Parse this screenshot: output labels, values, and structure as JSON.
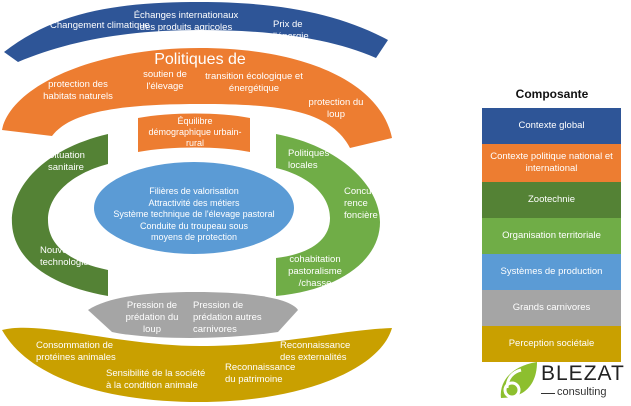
{
  "rings": {
    "global": {
      "color": "#2E5597",
      "items": [
        "Changement climatique",
        "Échanges internationaux des produits agricoles",
        "Prix de l'énergie"
      ]
    },
    "politique": {
      "color": "#ED7D31",
      "title": "Politiques de",
      "items": [
        "protection des habitats naturels",
        "soutien de l'élevage",
        "transition écologique et énergétique",
        "protection du loup"
      ]
    },
    "equilibre": {
      "color": "#ED7D31",
      "text": "Équilibre démographique urbain-rural"
    },
    "zootechnie": {
      "color": "#548235",
      "items": [
        "Situation sanitaire",
        "Nouvelles technologies"
      ]
    },
    "territoriale": {
      "color": "#70AD47",
      "items": [
        "Politiques locales",
        "Concur-rence foncière",
        "cohabitation pastoralisme /chasse"
      ]
    },
    "production": {
      "color": "#5B9BD5",
      "items": [
        "Filières de valorisation",
        "Attractivité des métiers",
        "Système technique de l'élevage pastoral",
        "Conduite du troupeau sous moyens de protection"
      ]
    },
    "carnivores": {
      "color": "#A5A5A5",
      "items": [
        "Pression de prédation du loup",
        "Pression de prédation autres carnivores"
      ]
    },
    "societale": {
      "color": "#C9A000",
      "items": [
        "Consommation de protéines animales",
        "Sensibilité de la société à la condition animale",
        "Reconnaissance du patrimoine",
        "Reconnaissance des externalités"
      ]
    }
  },
  "legend": {
    "title": "Composante",
    "items": [
      {
        "label": "Contexte global",
        "color": "#2E5597"
      },
      {
        "label": "Contexte politique national et international",
        "color": "#ED7D31"
      },
      {
        "label": "Zootechnie",
        "color": "#548235"
      },
      {
        "label": "Organisation territoriale",
        "color": "#70AD47"
      },
      {
        "label": "Systèmes de production",
        "color": "#5B9BD5"
      },
      {
        "label": "Grands carnivores",
        "color": "#A5A5A5"
      },
      {
        "label": "Perception sociétale",
        "color": "#C9A000"
      }
    ]
  },
  "logo": {
    "name": "BLEZAT",
    "sub": "consulting",
    "color": "#8DBF2E"
  }
}
